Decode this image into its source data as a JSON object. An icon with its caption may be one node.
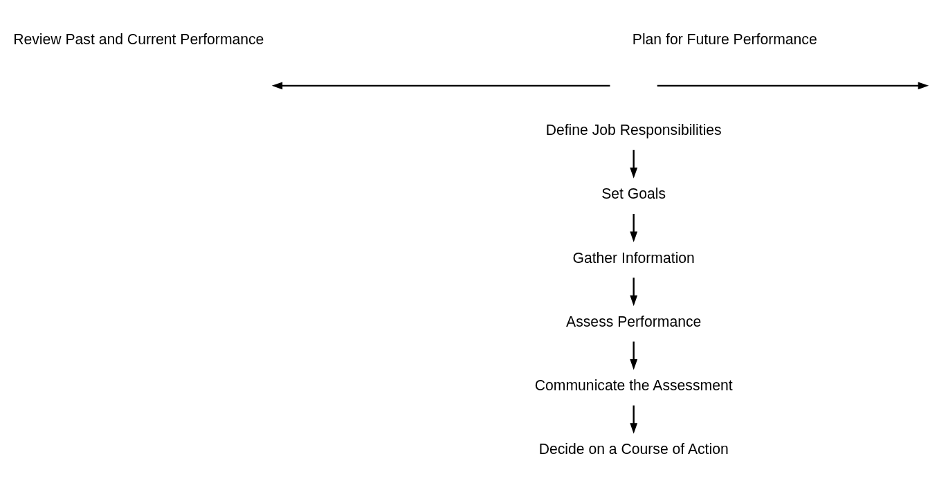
{
  "diagram": {
    "nodes": [
      {
        "text": [
          "Define Job Responsibilities"
        ]
      },
      {
        "text": [
          "Set Goals"
        ]
      },
      {
        "text": [
          "Gather Information"
        ]
      },
      {
        "text": [
          "Assess Performance"
        ]
      },
      {
        "text": [
          "Communicate the Assessment"
        ]
      },
      {
        "text": [
          "Decide on a Course of Action"
        ]
      }
    ],
    "edges": [
      {
        "from": 0,
        "to": 1,
        "arrow": "to"
      },
      {
        "from": 1,
        "to": 2,
        "arrow": "to"
      },
      {
        "from": 2,
        "to": 3,
        "arrow": "to"
      },
      {
        "from": 3,
        "to": 4,
        "arrow": "to"
      },
      {
        "from": 4,
        "to": 5,
        "arrow": "to"
      }
    ],
    "labels": [
      "Review Past and Current Performance",
      "Plan for Future Performance"
    ]
  }
}
